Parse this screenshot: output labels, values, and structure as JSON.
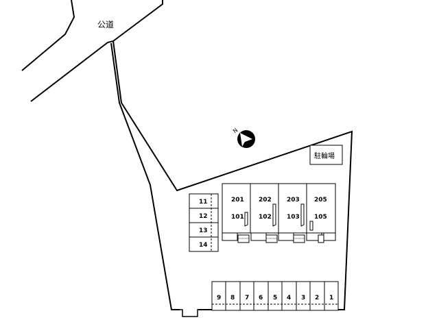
{
  "road_label": "公道",
  "bicycle_parking_label": "駐輪場",
  "compass": {
    "icon": "north-arrow-icon",
    "label": "N"
  },
  "units": [
    {
      "upper": "201",
      "lower": "101"
    },
    {
      "upper": "202",
      "lower": "102"
    },
    {
      "upper": "203",
      "lower": "103"
    },
    {
      "upper": "205",
      "lower": "105"
    }
  ],
  "left_parking": [
    "11",
    "12",
    "13",
    "14"
  ],
  "bottom_parking": [
    "9",
    "8",
    "7",
    "6",
    "5",
    "4",
    "3",
    "2",
    "1"
  ]
}
